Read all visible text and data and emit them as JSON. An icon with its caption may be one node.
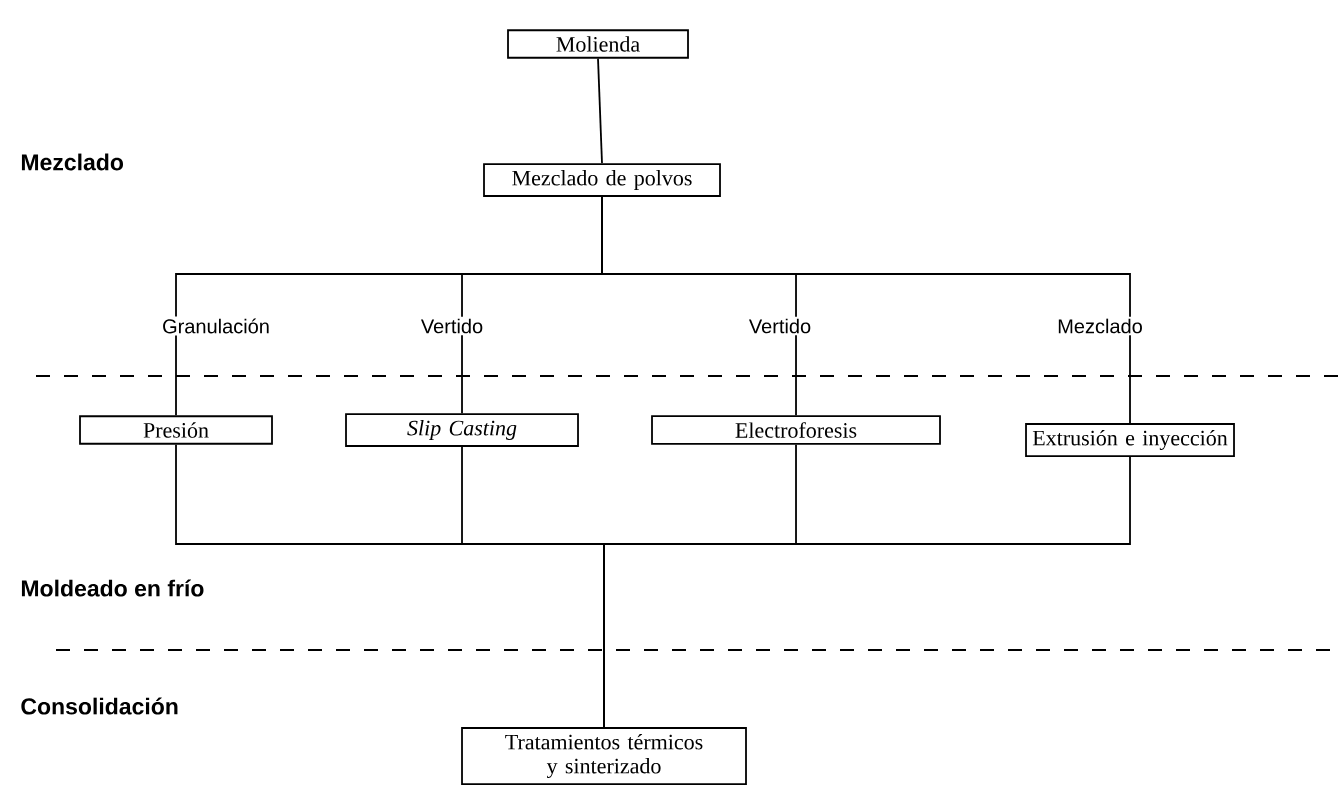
{
  "diagram": {
    "nodes": [
      {
        "text": [
          "Molienda"
        ]
      },
      {
        "text": [
          "Mezclado de polvos"
        ]
      },
      {
        "text": [
          "Presión"
        ]
      },
      {
        "text": [
          "Slip Casting"
        ]
      },
      {
        "text": [
          "Electroforesis"
        ]
      },
      {
        "text": [
          "Extrusión e inyección"
        ]
      },
      {
        "text": [
          "Tratamientos térmicos y sinterizado"
        ]
      }
    ],
    "edges": [
      {
        "from": 0,
        "to": 1,
        "arrow": "none"
      },
      {
        "from": 1,
        "to": 2,
        "arrow": "none",
        "label": "Granulación"
      },
      {
        "from": 1,
        "to": 3,
        "arrow": "none",
        "label": "Vertido"
      },
      {
        "from": 1,
        "to": 4,
        "arrow": "none",
        "label": "Vertido"
      },
      {
        "from": 1,
        "to": 5,
        "arrow": "none",
        "label": "Mezclado"
      },
      {
        "from": 2,
        "to": 6,
        "arrow": "none"
      },
      {
        "from": 3,
        "to": 6,
        "arrow": "none"
      },
      {
        "from": 4,
        "to": 6,
        "arrow": "none"
      },
      {
        "from": 5,
        "to": 6,
        "arrow": "none"
      }
    ],
    "labels": [
      "Mezclado",
      "Moldeado en frío",
      "Consolidación"
    ]
  }
}
